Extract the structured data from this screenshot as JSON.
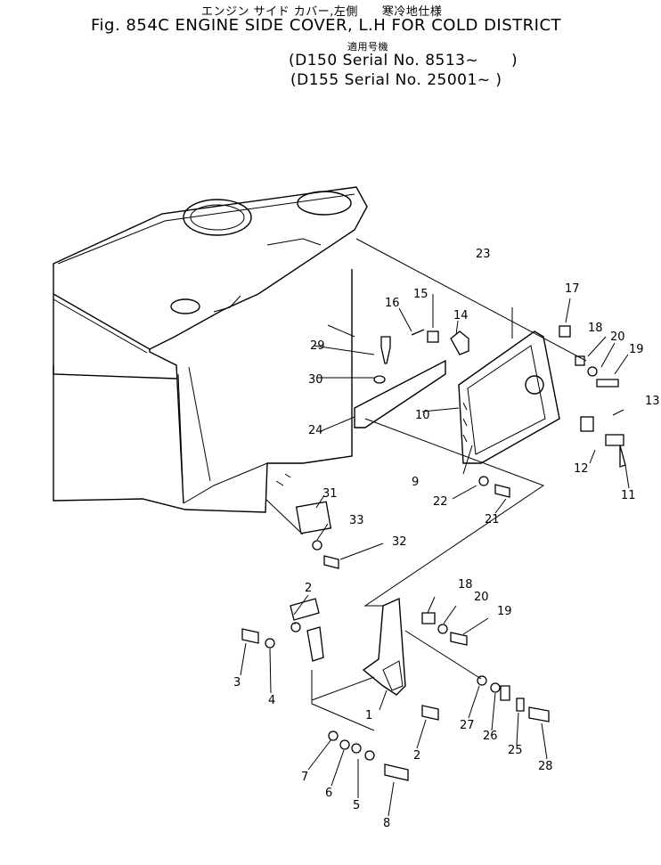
{
  "header": {
    "jp_line": "エンジン サイド カバー,左側　　寒冷地仕様",
    "title": "Fig. 854C ENGINE SIDE COVER, L.H FOR COLD DISTRICT",
    "applicable_jp": "適用号機",
    "serial_1": "(D150 Serial No. 8513~",
    "serial_1_close": ")",
    "serial_2": "(D155 Serial No. 25001~ )"
  },
  "callouts": {
    "c1": "1",
    "c2a": "2",
    "c2b": "2",
    "c3": "3",
    "c4": "4",
    "c5": "5",
    "c6": "6",
    "c7": "7",
    "c8": "8",
    "c9": "9",
    "c10": "10",
    "c11": "11",
    "c12": "12",
    "c13": "13",
    "c14": "14",
    "c15": "15",
    "c16": "16",
    "c17": "17",
    "c18a": "18",
    "c18b": "18",
    "c19a": "19",
    "c19b": "19",
    "c20a": "20",
    "c20b": "20",
    "c21": "21",
    "c22": "22",
    "c23": "23",
    "c24": "24",
    "c25": "25",
    "c26": "26",
    "c27": "27",
    "c28": "28",
    "c29": "29",
    "c30": "30",
    "c31": "31",
    "c32": "32",
    "c33": "33"
  }
}
